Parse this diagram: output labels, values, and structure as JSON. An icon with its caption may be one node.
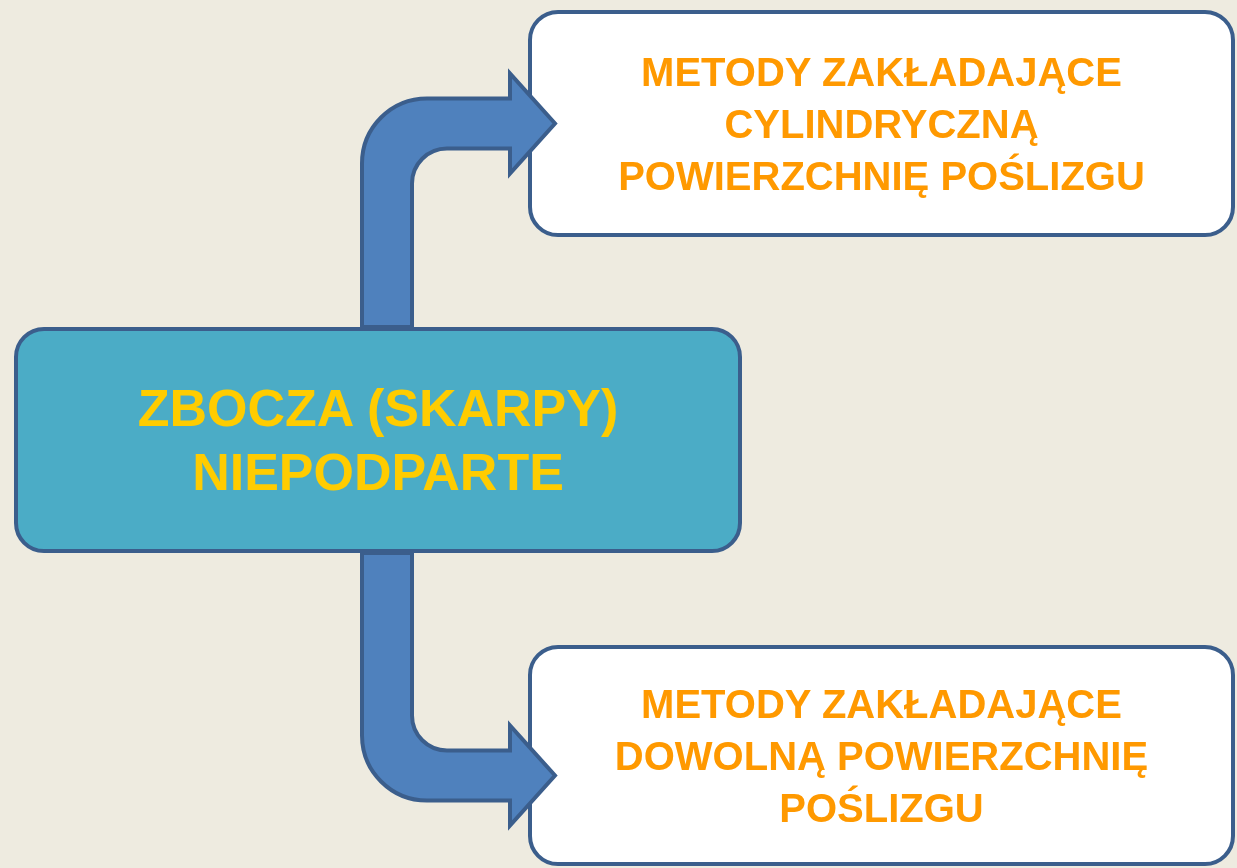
{
  "diagram": {
    "nodes": [
      {
        "text": [
          "ZBOCZA (SKARPY) NIEPODPARTE"
        ]
      },
      {
        "text": [
          "METODY ZAKŁADAJĄCE CYLINDRYCZNĄ POWIERZCHNIĘ POŚLIZGU"
        ]
      },
      {
        "text": [
          "METODY ZAKŁADAJĄCE DOWOLNĄ POWIERZCHNIĘ POŚLIZGU"
        ]
      }
    ],
    "edges": [
      {
        "from": 0,
        "to": 1,
        "arrow": "to"
      },
      {
        "from": 0,
        "to": 2,
        "arrow": "to"
      }
    ]
  }
}
